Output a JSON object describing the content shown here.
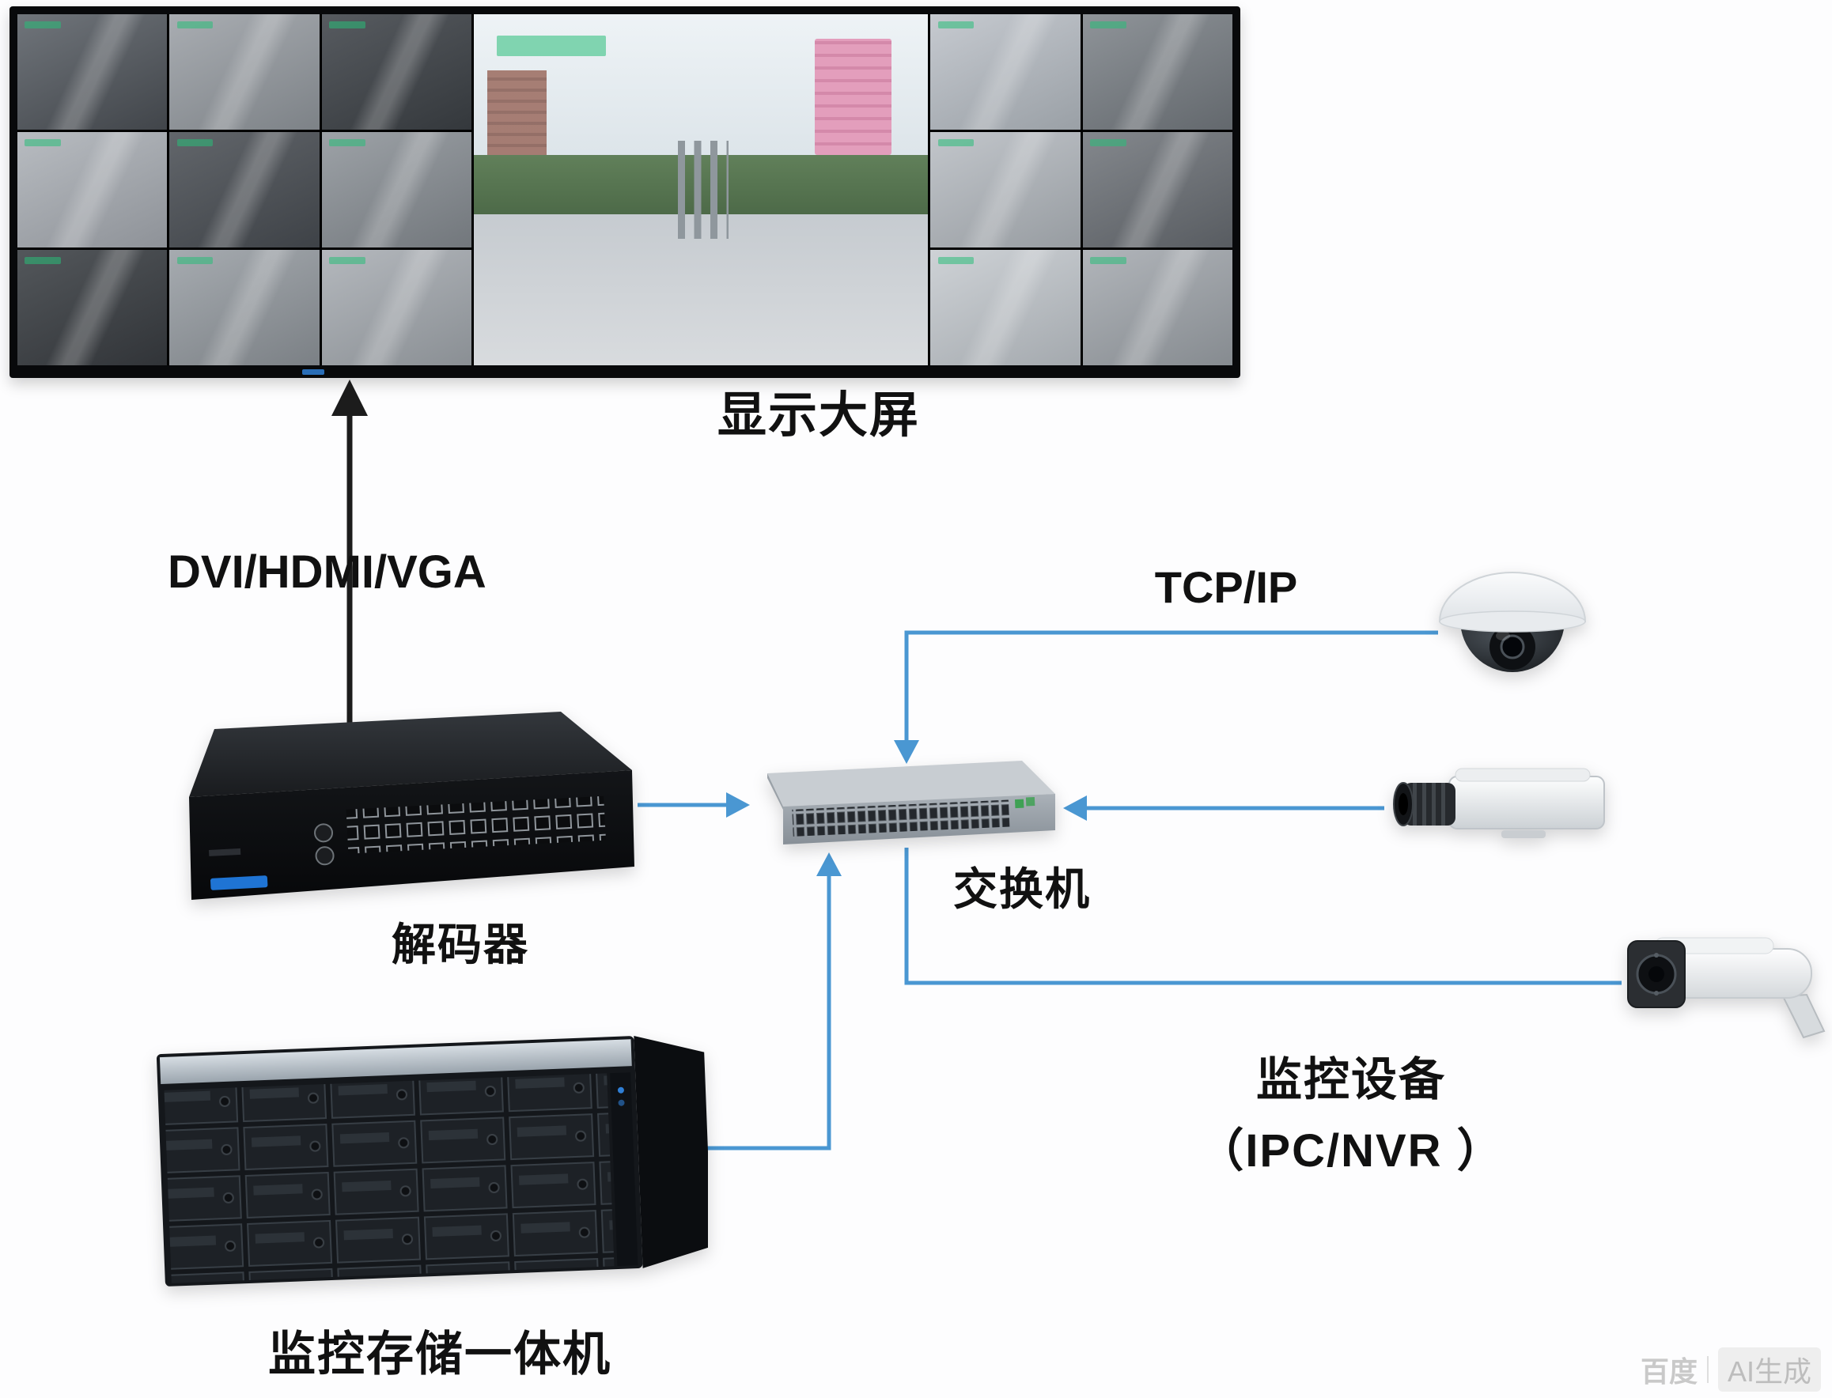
{
  "diagram": {
    "nodes": {
      "display_wall": {
        "label": "显示大屏"
      },
      "decoder": {
        "label": "解码器"
      },
      "switch": {
        "label": "交换机"
      },
      "storage": {
        "label": "监控存储一体机"
      },
      "cameras": {
        "label_line1": "监控设备",
        "label_line2": "（IPC/NVR ）"
      }
    },
    "links": {
      "decoder_to_wall": {
        "label": "DVI/HDMI/VGA"
      },
      "cameras_to_switch": {
        "label": "TCP/IP"
      }
    },
    "watermark": {
      "brand": "百度",
      "suffix": "AI生成"
    }
  },
  "colors": {
    "line_blue": "#4a97d2",
    "arrow_black": "#1c1c1c",
    "label_text": "#111111"
  },
  "wall": {
    "rows": 3,
    "cols": 8,
    "big_col_start": 3,
    "big_col_span": 3,
    "cell_shades": [
      [
        "#70757b",
        "#41454a"
      ],
      [
        "#a9adb2",
        "#7d8287"
      ],
      [
        "#575b60",
        "#34383c"
      ],
      [
        "#c6cad0",
        "#9aa0a6"
      ],
      [
        "#8f9499",
        "#63686d"
      ],
      [
        "#b8bcc1",
        "#8e9298"
      ],
      [
        "#62666b",
        "#3e4247"
      ],
      [
        "#9da2a7",
        "#72777c"
      ],
      [
        "#c2c6cb",
        "#979ca1"
      ],
      [
        "#84888d",
        "#585c61"
      ],
      [
        "#53575b",
        "#313438"
      ],
      [
        "#a6abb0",
        "#7b8085"
      ],
      [
        "#b4b8bd",
        "#8a8f94"
      ],
      [
        "#ced2d6",
        "#a4a9ae"
      ],
      [
        "#b1b5ba",
        "#868b90"
      ]
    ]
  }
}
